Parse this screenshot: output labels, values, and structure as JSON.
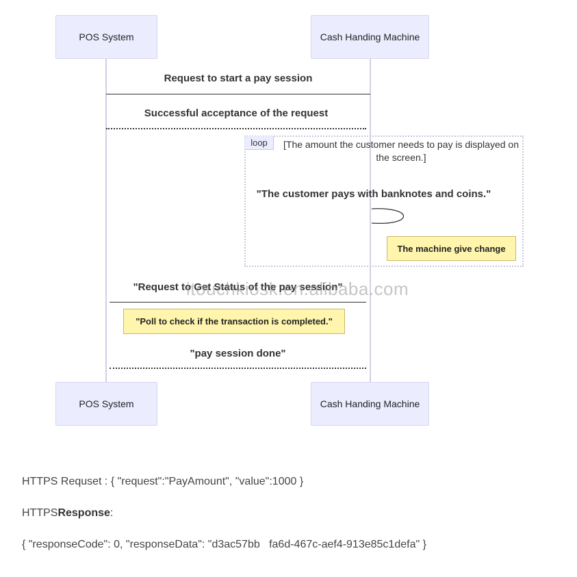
{
  "diagram": {
    "actors_top": [
      "POS System",
      "Cash Handing Machine"
    ],
    "actors_bottom": [
      "POS System",
      "Cash Handing Machine"
    ],
    "messages": [
      "Request to start a pay session",
      "Successful acceptance of the request",
      "\"Request to Get Status of the pay session\"",
      "\"pay session done\""
    ],
    "loop": {
      "tag": "loop",
      "condition_line1": "[The amount the customer needs to pay is displayed on",
      "condition_line2": "the screen.]",
      "self_message": "\"The customer pays with banknotes and coins.\"",
      "note": "The machine give change"
    },
    "poll_note": "\"Poll to check if the transaction is completed.\"",
    "watermark": "itouchkiosk.en.alibaba.com"
  },
  "text": {
    "request_line": "HTTPS Requset : { \"request\":\"PayAmount\", \"value\":1000 }",
    "response_prefix": "HTTPS",
    "response_bold": "Response",
    "response_suffix": ":",
    "response_body": "{ \"responseCode\": 0, \"responseData\": \"d3ac57bb   fa6d-467c-aef4-913e85c1defa\" }"
  },
  "colors": {
    "actor_fill": "#ECECFF",
    "note_fill": "#fff5ad",
    "line": "#333333"
  }
}
